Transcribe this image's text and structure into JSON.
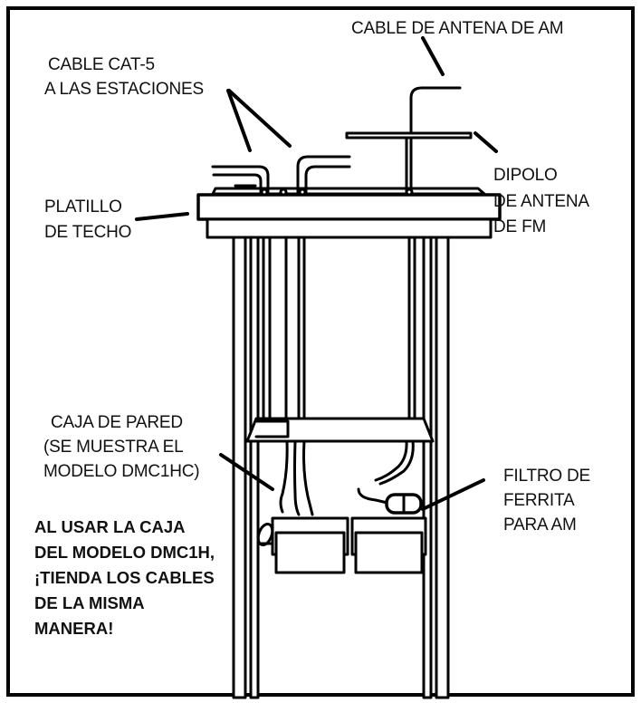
{
  "labels": {
    "am_cable": "CABLE DE ANTENA DE AM",
    "cat5_line1": "CABLE CAT-5",
    "cat5_line2": "A LAS ESTACIONES",
    "fm_line1": "DIPOLO",
    "fm_line2": "DE ANTENA",
    "fm_line3": "DE FM",
    "ceiling_line1": "PLATILLO",
    "ceiling_line2": "DE TECHO",
    "wallbox_line1": "CAJA DE PARED",
    "wallbox_line2": "(SE MUESTRA EL",
    "wallbox_line3": "MODELO DMC1HC)",
    "ferrite_line1": "FILTRO DE",
    "ferrite_line2": "FERRITA",
    "ferrite_line3": "PARA AM"
  },
  "note": {
    "line1": "AL USAR LA CAJA",
    "line2": "DEL MODELO DMC1H,",
    "line3": "¡TIENDA LOS CABLES",
    "line4": "DE LA MISMA",
    "line5": "MANERA!"
  }
}
